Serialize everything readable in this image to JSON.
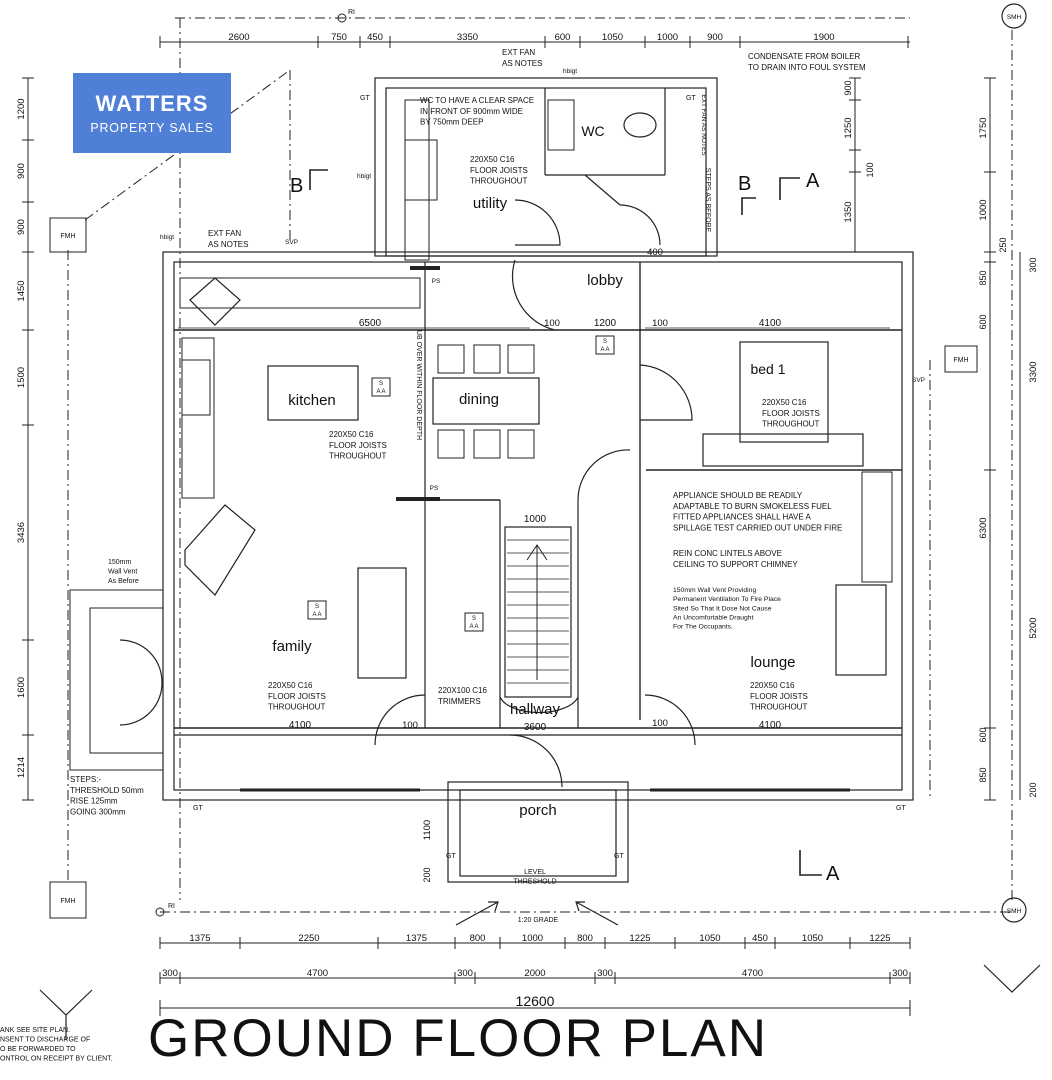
{
  "logo": {
    "brand": "WATTERS",
    "sub": "PROPERTY SALES"
  },
  "plan_title": "GROUND FLOOR PLAN",
  "rooms": {
    "utility": "utility",
    "wc": "WC",
    "lobby": "lobby",
    "kitchen": "kitchen",
    "dining": "dining",
    "bed1": "bed 1",
    "family": "family",
    "hallway": "hallway",
    "lounge": "lounge",
    "porch": "porch"
  },
  "dims_top": [
    "2600",
    "750",
    "450",
    "3350",
    "600",
    "1050",
    "1000",
    "900",
    "1900"
  ],
  "dims_bottom_1": [
    "1375",
    "2250",
    "1375",
    "800",
    "1000",
    "800",
    "1225",
    "1050",
    "450",
    "1050",
    "1225"
  ],
  "dims_bottom_2": [
    "300",
    "4700",
    "300",
    "2000",
    "300",
    "4700",
    "300"
  ],
  "dims_total": "12600",
  "dims_left": [
    "1200",
    "900",
    "900",
    "1450",
    "1500",
    "3436",
    "1600",
    "1214"
  ],
  "dims_right_outer": [
    "1750",
    "1000",
    "250",
    "3300",
    "5200",
    "6300"
  ],
  "dims_right_inner": [
    "900",
    "1250",
    "100",
    "1350",
    "850",
    "600",
    "600",
    "850",
    "200",
    "300"
  ],
  "internal_dims": {
    "kitchen_width": "6500",
    "lobby_width": "1200",
    "bed_width": "4100",
    "family_width": "4100",
    "hall_width": "3600",
    "lounge_width": "4100",
    "stair_width": "1000",
    "porch_depth": "1100",
    "porch_step": "200",
    "small_100": "100",
    "small_400": "400"
  },
  "notes": {
    "ext_fan_top": "EXT FAN\nAS NOTES",
    "condensate": "CONDENSATE FROM BOILER\nTO DRAIN INTO FOUL SYSTEM",
    "wc_space": "WC TO HAVE A CLEAR SPACE\nIN FRONT OF 900mm WIDE\nBY 750mm DEEP",
    "utility_joists": "220X50 C16\nFLOOR JOISTS\nTHROUGHOUT",
    "ext_fan_left": "EXT FAN\nAS NOTES",
    "kitchen_joists": "220X50 C16\nFLOOR JOISTS\nTHROUGHOUT",
    "ub_over": "UB OVER WITHIN FLOOR DEPTH",
    "bed_joists": "220X50 C16\nFLOOR JOISTS\nTHROUGHOUT",
    "appliance": "APPLIANCE SHOULD BE READILY\nADAPTABLE TO BURN SMOKELESS FUEL\nFITTED APPLIANCES SHALL HAVE A\nSPILLAGE TEST CARRIED OUT UNDER FIRE",
    "lintels": "REIN CONC LINTELS ABOVE\nCEILING TO SUPPORT CHIMNEY",
    "vent": "150mm Wall Vent Providing\nPermanent Ventilation To Fire Place\nSited So That It Dose Not Cause\nAn Uncomfortable Draught\nFor The Occupants.",
    "wall_vent_left": "150mm\nWall Vent\nAs Before",
    "family_joists": "220X50 C16\nFLOOR JOISTS\nTHROUGHOUT",
    "trimmers": "220X100 C16\nTRIMMERS",
    "lounge_joists": "220X50 C16\nFLOOR JOISTS\nTHROUGHOUT",
    "steps": "STEPS:-\nTHRESHOLD 50mm\nRISE 125mm\nGOING 300mm",
    "level_threshold": "LEVEL\nTHRESHOLD",
    "grade": "1:20 GRADE",
    "steps_before": "STEPS AS BEFORE",
    "as_notes_vertical": "EXT FAN AS NOTES",
    "bottom_left": "ANK SEE SITE PLAN.\nNSENT TO DISCHARGE OF\nO BE FORWARDED TO\nONTROL ON RECEIPT BY CLIENT."
  },
  "markers": {
    "gt": "GT",
    "ri": "RI",
    "smh": "SMH",
    "fmh": "FMH",
    "svp": "SVP",
    "hbigt": "hbigt",
    "ps": "PS",
    "sa_s": "S",
    "sa_a": "A A",
    "section_b": "B",
    "section_a": "A"
  }
}
